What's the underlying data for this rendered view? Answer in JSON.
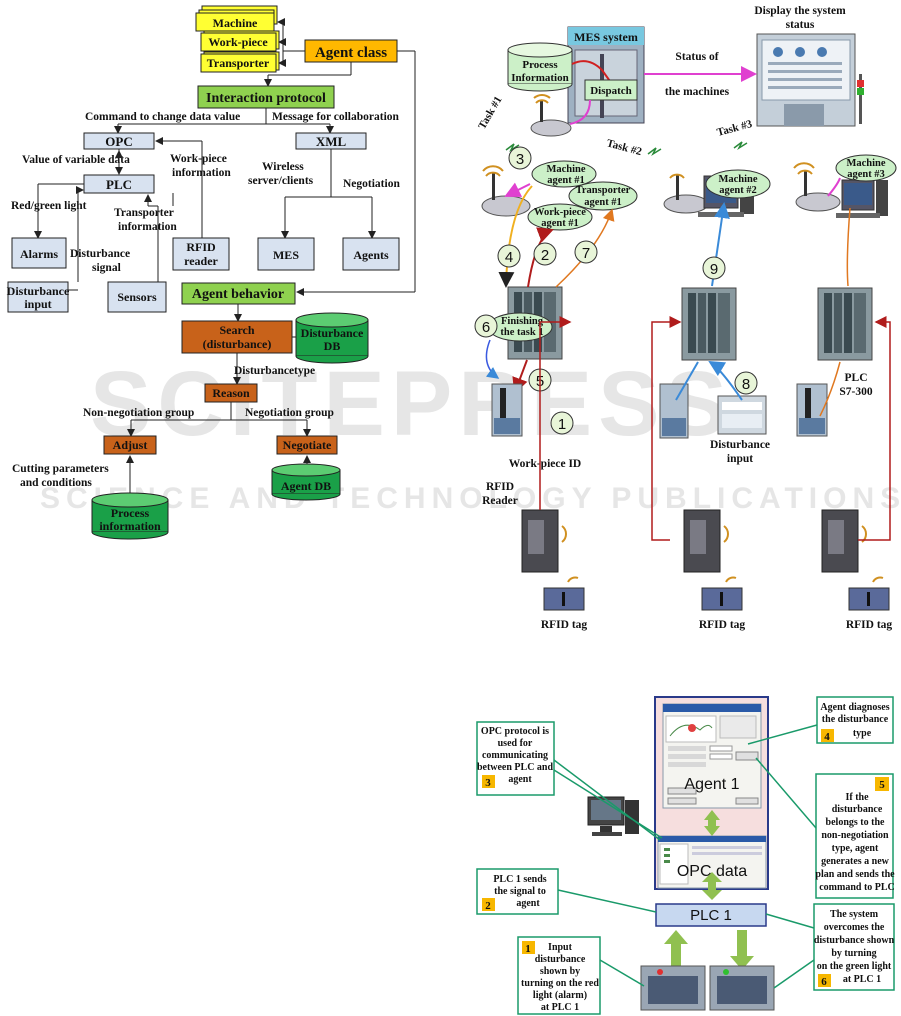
{
  "watermark": {
    "big": "SCITEPRESS",
    "small": "SCIENCE AND TECHNOLOGY PUBLICATIONS"
  },
  "left_diagram": {
    "machine": "Machine",
    "workpiece": "Work-piece",
    "transporter": "Transporter",
    "agent_class": "Agent class",
    "interaction_protocol": "Interaction protocol",
    "cmd_change": "Command to change data value",
    "msg_collab": "Message for collaboration",
    "opc": "OPC",
    "xml": "XML",
    "value_var": "Value of variable data",
    "wp_info_1": "Work-piece",
    "wp_info_2": "information",
    "wireless_1": "Wireless",
    "wireless_2": "server/clients",
    "negotiation": "Negotiation",
    "plc": "PLC",
    "red_green": "Red/green light",
    "transporter_info_1": "Transporter",
    "transporter_info_2": "information",
    "disturbance_signal_1": "Disturbance",
    "disturbance_signal_2": "signal",
    "alarms": "Alarms",
    "rfid_reader_1": "RFID",
    "rfid_reader_2": "reader",
    "mes": "MES",
    "agents": "Agents",
    "disturbance_input_1": "Disturbance",
    "disturbance_input_2": "input",
    "sensors": "Sensors",
    "agent_behavior": "Agent behavior",
    "search_1": "Search",
    "search_2": "(disturbance)",
    "disturbance_db_1": "Disturbance",
    "disturbance_db_2": "DB",
    "disturbance_type": "Disturbancetype",
    "reason": "Reason",
    "non_neg_group": "Non-negotiation group",
    "neg_group": "Negotiation group",
    "adjust": "Adjust",
    "negotiate": "Negotiate",
    "cutting_1": "Cutting parameters",
    "cutting_2": "and conditions",
    "agent_db": "Agent DB",
    "process_info_1": "Process",
    "process_info_2": "information"
  },
  "right_diagram": {
    "display_status_1": "Display the system",
    "display_status_2": "status",
    "mes_system": "MES system",
    "process_info_1": "Process",
    "process_info_2": "Information",
    "dispatch": "Dispatch",
    "status_machines_1": "Status of",
    "status_machines_2": "the machines",
    "task1": "Task #1",
    "task2": "Task #2",
    "task3": "Task #3",
    "machine_agent1_1": "Machine",
    "machine_agent1_2": "agent #1",
    "transporter_agent1_1": "Transporter",
    "transporter_agent1_2": "agent #1",
    "workpiece_agent1_1": "Work-piece",
    "workpiece_agent1_2": "agent #1",
    "machine_agent2_1": "Machine",
    "machine_agent2_2": "agent #2",
    "machine_agent3_1": "Machine",
    "machine_agent3_2": "agent #3",
    "finishing_1": "Finishing",
    "finishing_2": "the task 1",
    "plc_1": "PLC",
    "plc_2": "S7-300",
    "disturbance_input_1": "Disturbance",
    "disturbance_input_2": "input",
    "workpiece_id": "Work-piece ID",
    "rfid_reader_1": "RFID",
    "rfid_reader_2": "Reader",
    "rfid_tag_a": "RFID tag",
    "rfid_tag_b": "RFID tag",
    "rfid_tag_c": "RFID tag",
    "steps": [
      "1",
      "2",
      "3",
      "4",
      "5",
      "6",
      "7",
      "8",
      "9"
    ]
  },
  "bottom_diagram": {
    "agent1": "Agent 1",
    "opc_data": "OPC data",
    "plc1": "PLC 1",
    "note3_lines": [
      "OPC protocol is",
      "used for",
      "communicating",
      "between PLC and",
      "agent"
    ],
    "note3_num": "3",
    "note4_lines": [
      "Agent diagnoses",
      "the disturbance",
      "type"
    ],
    "note4_num": "4",
    "note5_lines": [
      "If the",
      "disturbance",
      "belongs to the",
      "non-negotiation",
      "type, agent",
      "generates a new",
      "plan and sends the",
      "command to PLC"
    ],
    "note5_num": "5",
    "note2_lines": [
      "PLC 1 sends",
      "the signal to",
      "agent"
    ],
    "note2_num": "2",
    "note6_lines": [
      "The system",
      "overcomes the",
      "disturbance shown",
      "by turning",
      "on the green light",
      "at PLC 1"
    ],
    "note6_num": "6",
    "note1_lines": [
      "Input",
      "disturbance",
      "shown by",
      "turning on the red",
      "light (alarm)",
      "at PLC 1"
    ],
    "note1_num": "1"
  }
}
